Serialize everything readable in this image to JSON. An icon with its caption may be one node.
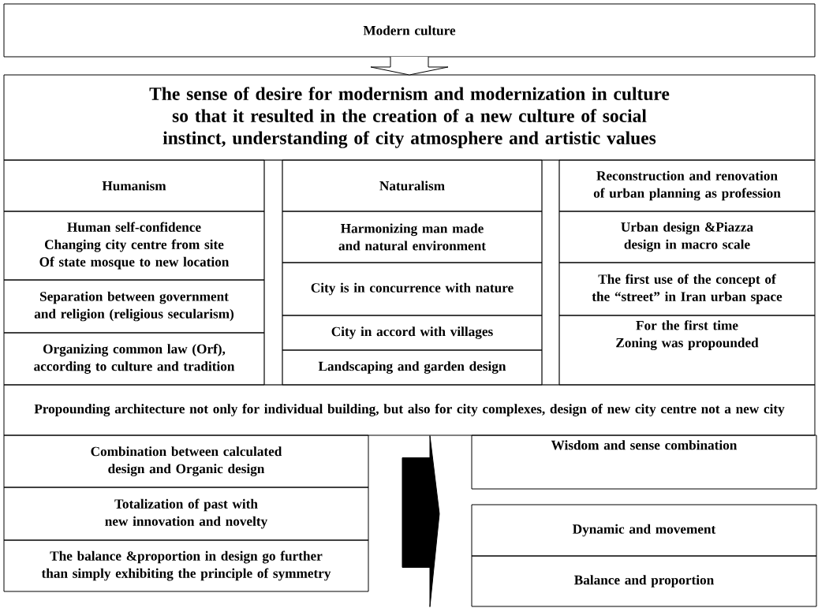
{
  "diagram": {
    "nodes": [
      {
        "text": [
          "Modern culture"
        ]
      },
      {
        "text": [
          "The sense of desire for modernism and modernization in culture so that it resulted in the creation of a new culture of social instinct, understanding of city atmosphere and artistic values"
        ]
      },
      {
        "text": [
          "Humanism"
        ]
      },
      {
        "text": [
          "Naturalism"
        ]
      },
      {
        "text": [
          "Reconstruction and renovation of urban planning as profession"
        ]
      },
      {
        "text": [
          "Human self-confidence",
          "Changing city centre from site",
          "Of state mosque to new location"
        ]
      },
      {
        "text": [
          "Harmonizing man made and natural environment"
        ]
      },
      {
        "text": [
          "Urban design &Piazza design in macro scale"
        ]
      },
      {
        "text": [
          "City is in concurrence with nature"
        ]
      },
      {
        "text": [
          "The first use of the concept of the “street” in Iran urban space"
        ]
      },
      {
        "text": [
          "Separation between government and religion (religious secularism)"
        ]
      },
      {
        "text": [
          "City in accord with villages"
        ]
      },
      {
        "text": [
          "For the first time Zoning was propounded"
        ]
      },
      {
        "text": [
          "Organizing common law (Orf), according to culture and tradition"
        ]
      },
      {
        "text": [
          "Landscaping and garden design"
        ]
      },
      {
        "text": [
          "Propounding architecture not only for individual building, but also for city complexes, design of new city centre not a new city"
        ]
      },
      {
        "text": [
          "Combination between calculated design and Organic design"
        ]
      },
      {
        "text": [
          "Wisdom and sense combination"
        ]
      },
      {
        "text": [
          "Totalization of past with new innovation and novelty"
        ]
      },
      {
        "text": [
          "Dynamic and movement"
        ]
      },
      {
        "text": [
          "The balance &proportion in design go further than simply exhibiting the principle of symmetry"
        ]
      },
      {
        "text": [
          "Balance and proportion"
        ]
      }
    ],
    "edges": [
      {
        "from": 0,
        "to": 1,
        "arrow": "to"
      },
      {
        "from": 18,
        "to": 19,
        "arrow": "to",
        "style": "thick"
      }
    ]
  }
}
